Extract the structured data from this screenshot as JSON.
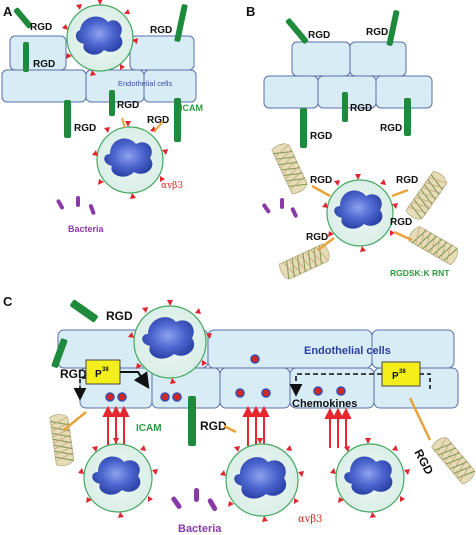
{
  "panels": {
    "a": {
      "letter": "A",
      "rgd": "RGD",
      "endothelial_label": "Endothelial cells",
      "icam_label": "ICAM",
      "integrin_label": "αvβ3",
      "bacteria_label": "Bacteria"
    },
    "b": {
      "letter": "B",
      "rgd": "RGD",
      "rnt_label": "RGDSK:K RNT"
    },
    "c": {
      "letter": "C",
      "rgd": "RGD",
      "endothelial_label": "Endothelial cells",
      "icam_label": "ICAM",
      "integrin_label": "αvβ3",
      "bacteria_label": "Bacteria",
      "chemokines_label": "Chemokines",
      "p38_main": "P",
      "p38_sup": "38"
    }
  },
  "colors": {
    "cell_fill": "#d8ecf6",
    "cell_stroke": "#5a6fa8",
    "neutrophil_fill": "#dcefe9",
    "neutrophil_stroke": "#45a860",
    "nucleus": "#4a63c9",
    "receptor": "#e0262e",
    "icam": "#1e8a3c",
    "bacteria": "#8a3aa8",
    "p38_box": "#f4ef1a",
    "arrow_red": "#e8262e",
    "rgd_link": "#e8a23a"
  },
  "icons": [
    "neutrophil-icon",
    "icam-receptor-icon",
    "bacterium-icon",
    "rosette-nanotube-icon",
    "p38-kinase-icon",
    "red-arrow-icon"
  ]
}
